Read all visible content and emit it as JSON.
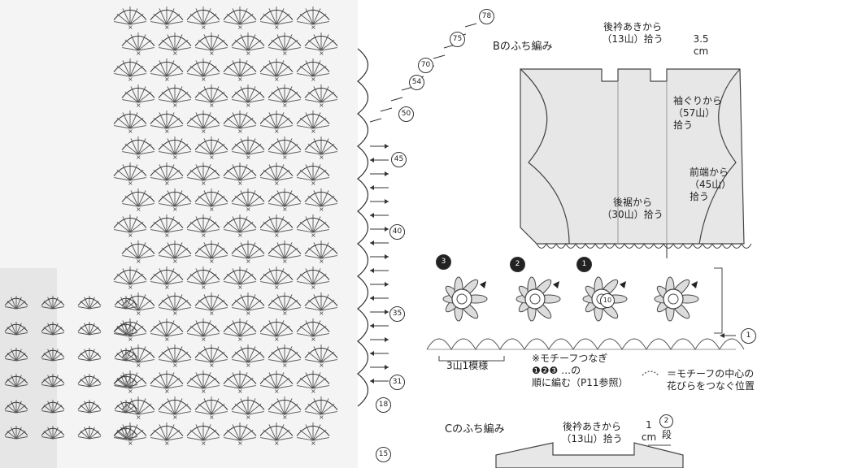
{
  "sections": {
    "b": {
      "title": "Bのふち編み",
      "back_neck": [
        "後衿あきから",
        "（13山）拾う"
      ],
      "gauge": [
        "3.5",
        "cm"
      ],
      "armhole": [
        "袖ぐりから",
        "（57山）",
        "拾う"
      ],
      "front_edge": [
        "前端から",
        "（45山）",
        "拾う"
      ],
      "back_hem": [
        "後裾から",
        "（30山）拾う"
      ]
    },
    "motif": {
      "numbers": [
        "3",
        "2",
        "1"
      ],
      "center_round": "10",
      "repeat_label": "3山1模様",
      "note": [
        "※モチーフつなぎ",
        "❶❷❸ …の",
        "順に編む（P11参照）"
      ],
      "legend": [
        "＝モチーフの中心の",
        "花びらをつなぐ位置"
      ],
      "row_marker": "1"
    },
    "c": {
      "title": "Cのふち編み",
      "back_neck": [
        "後衿あきから",
        "（13山）拾う"
      ],
      "gauge": [
        "1",
        "cm"
      ],
      "rows": "2",
      "rows_unit": "段"
    }
  },
  "chart": {
    "row_numbers": [
      "78",
      "75",
      "70",
      "54",
      "50",
      "45",
      "40",
      "35",
      "31",
      "18",
      "15"
    ]
  }
}
